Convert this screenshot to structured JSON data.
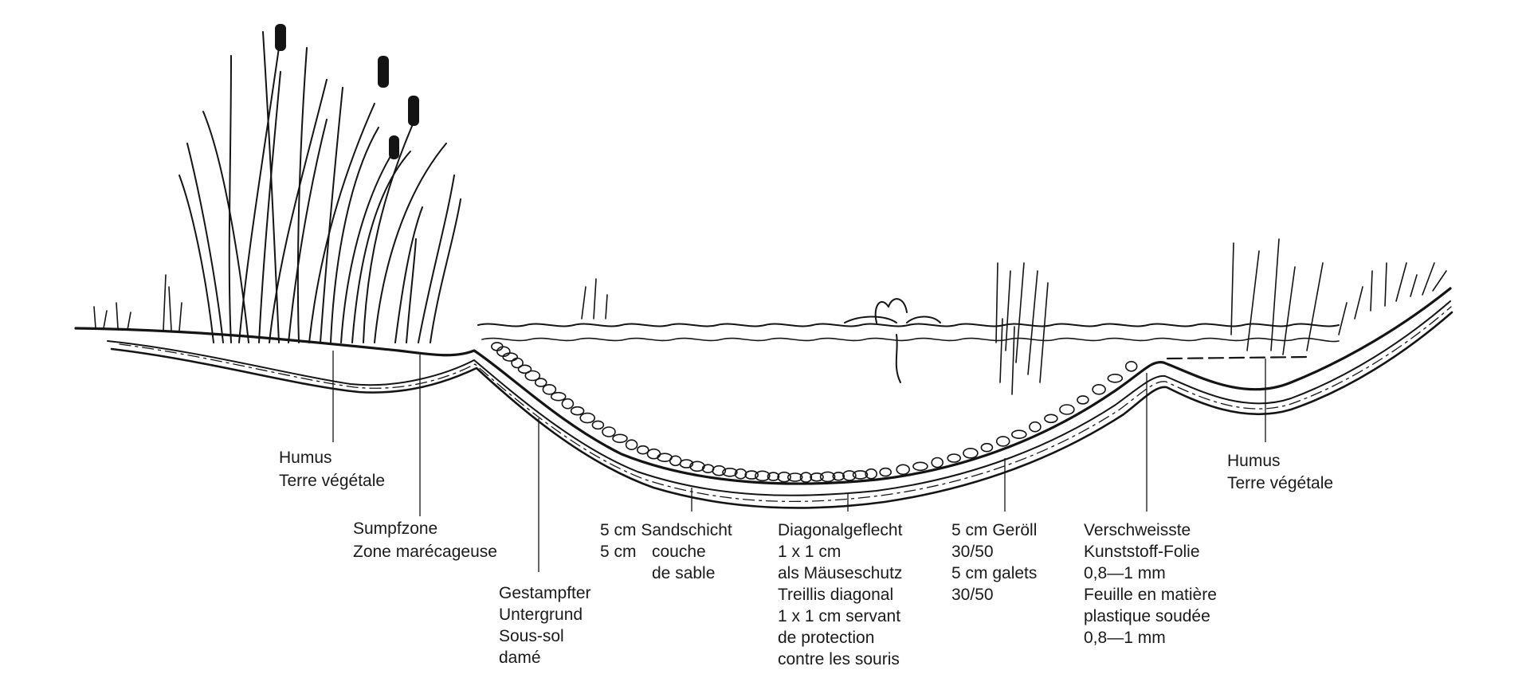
{
  "labels": {
    "humus_left": [
      "Humus",
      "Terre végétale"
    ],
    "sumpfzone": [
      "Sumpfzone",
      "Zone marécageuse"
    ],
    "gestampfter": [
      "Gestampfter",
      "Untergrund",
      "Sous-sol",
      "damé"
    ],
    "sandschicht_a": [
      "5 cm Sandschicht",
      "5 cm"
    ],
    "sandschicht_b": [
      "couche",
      "de sable"
    ],
    "diagonalgeflecht": [
      "Diagonalgeflecht",
      "1 x 1 cm",
      "als Mäuseschutz",
      "Treillis diagonal",
      "1 x 1 cm servant",
      "de protection",
      "contre les souris"
    ],
    "geroell": [
      "5 cm Geröll",
      "30/50",
      "5 cm galets",
      "30/50"
    ],
    "folie": [
      "Verschweisste",
      "Kunststoff-Folie",
      "0,8—1 mm",
      "Feuille en matière",
      "plastique soudée",
      "0,8—1 mm"
    ],
    "humus_right": [
      "Humus",
      "Terre végétale"
    ]
  },
  "icons": {
    "reeds": "cattail-reed-icon",
    "water_plant": "water-lily-icon",
    "pebbles": "pebble-icon",
    "grass": "grass-tuft-icon"
  },
  "colors": {
    "ink": "#141414",
    "background": "#ffffff"
  }
}
